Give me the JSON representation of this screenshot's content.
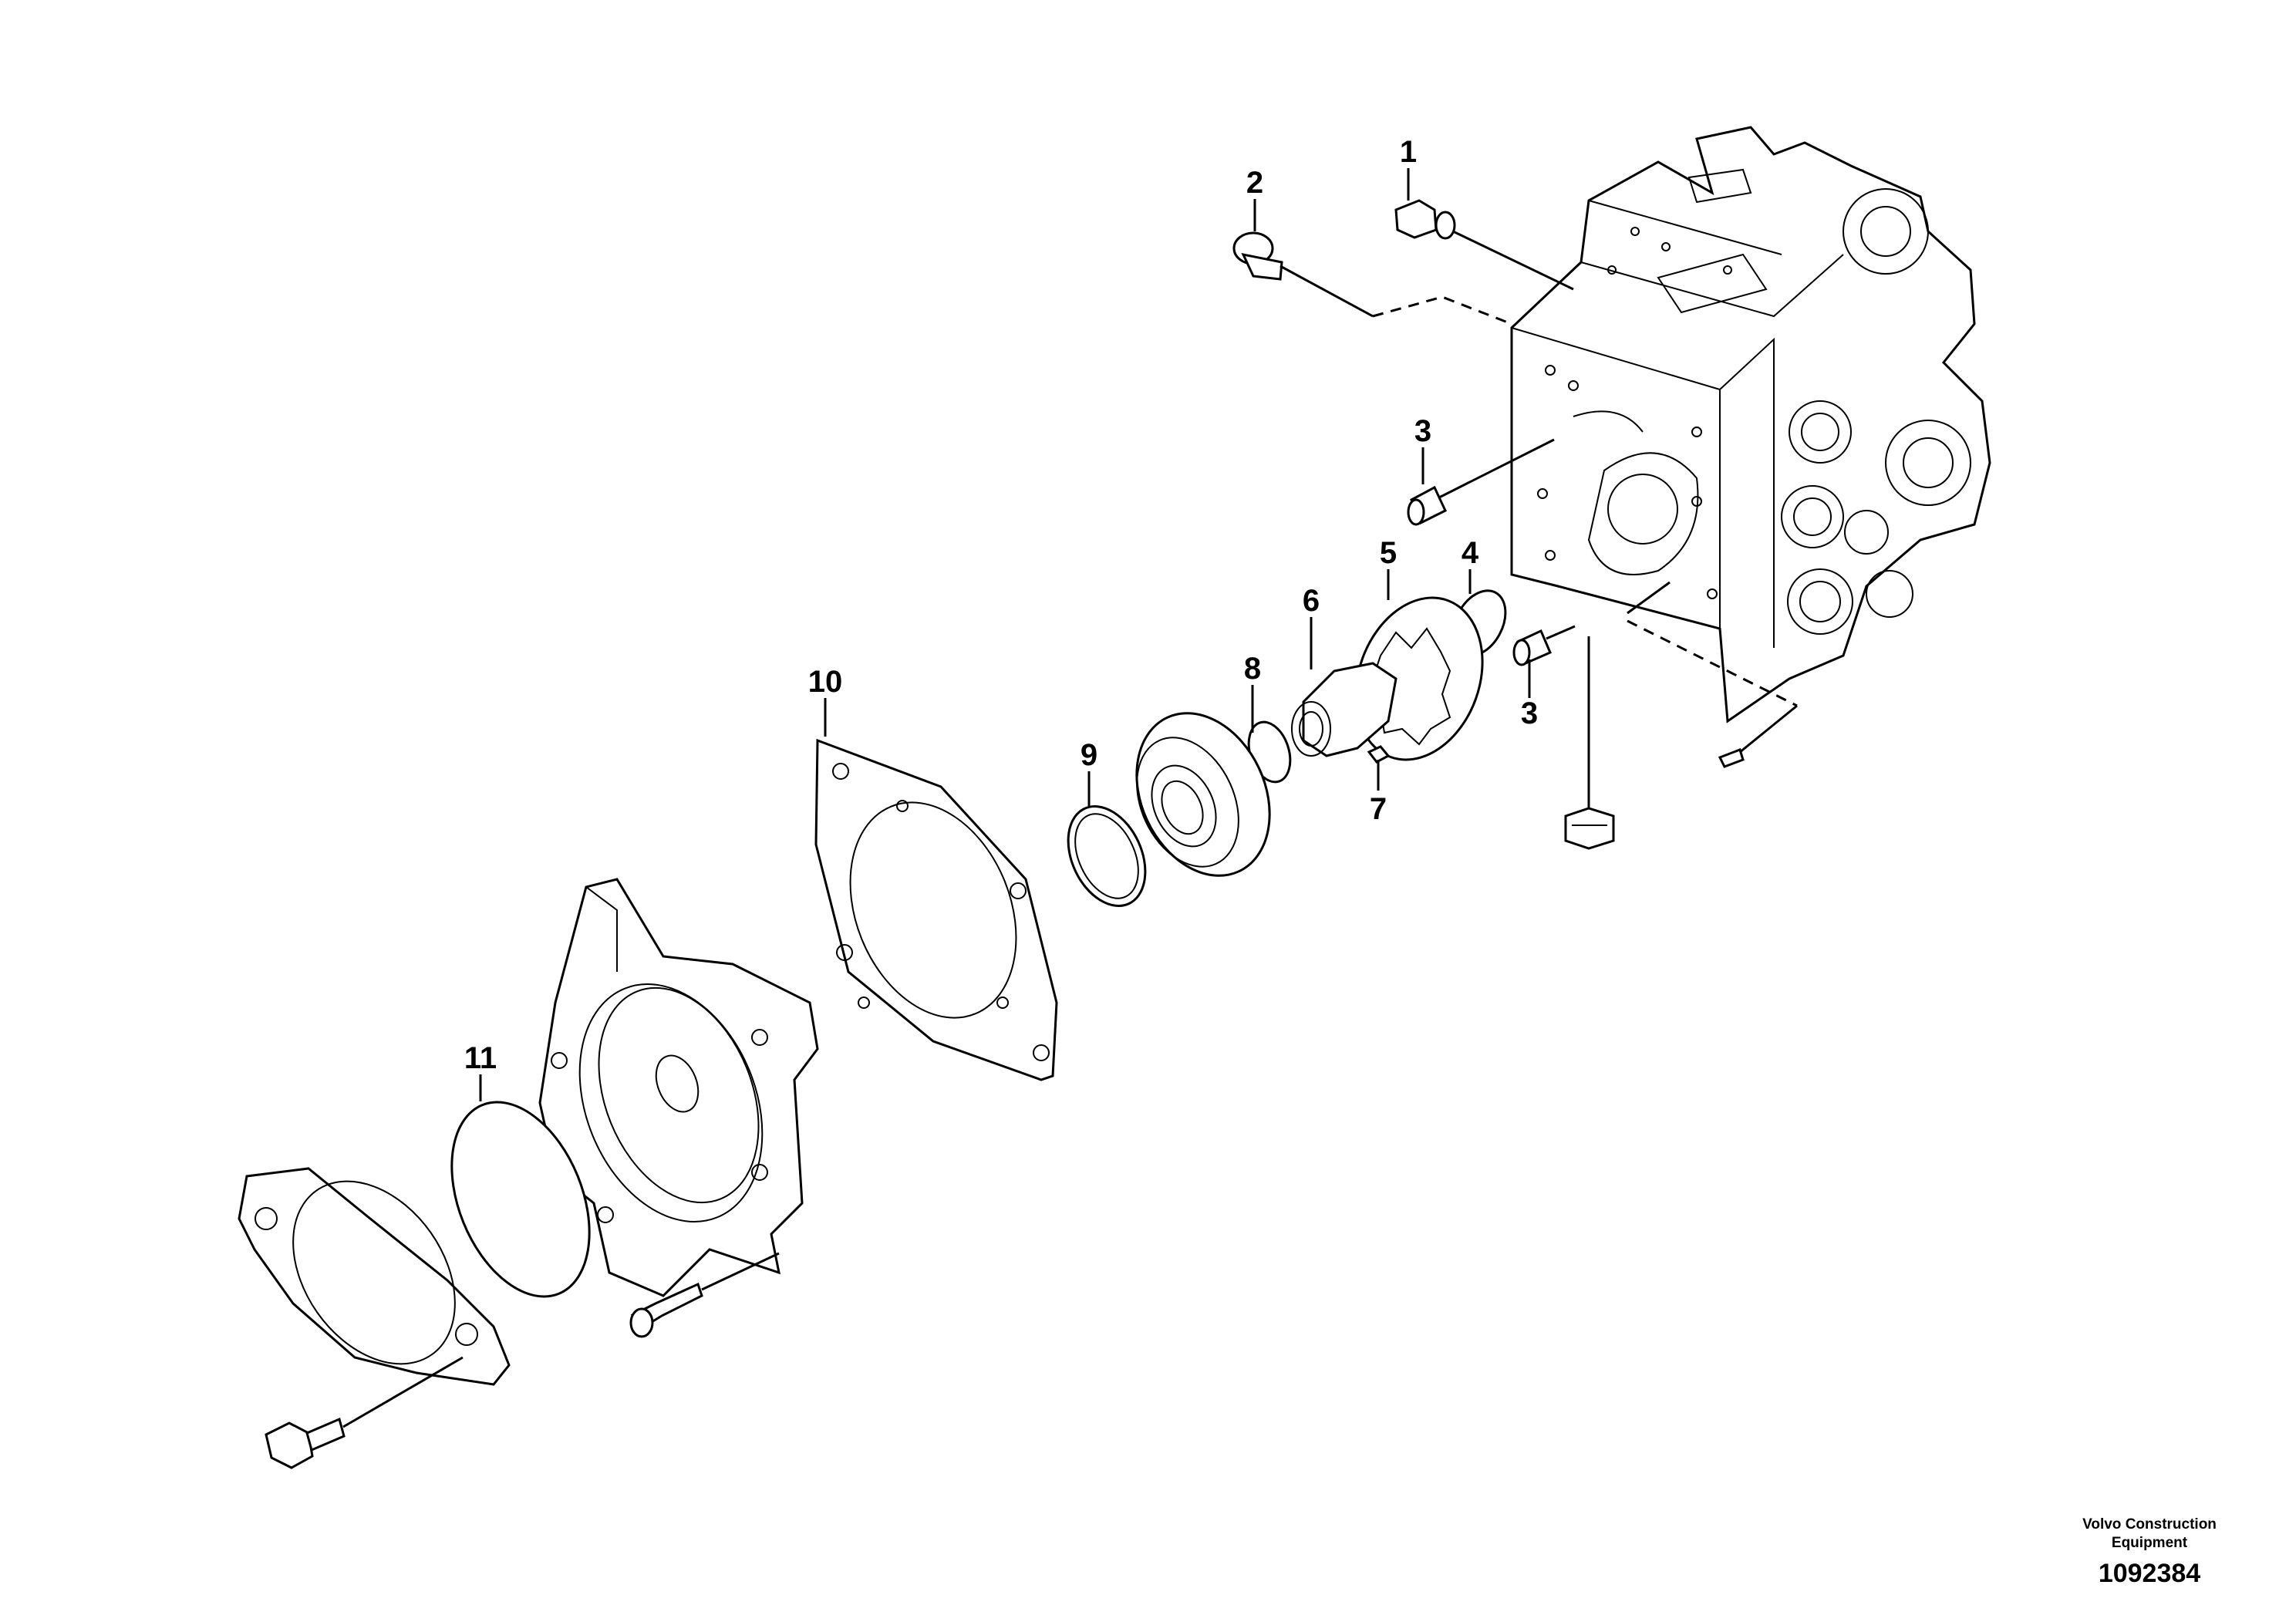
{
  "callouts": [
    "1",
    "2",
    "3",
    "3",
    "4",
    "5",
    "6",
    "7",
    "8",
    "9",
    "10",
    "11"
  ],
  "credit": {
    "company_line1": "Volvo Construction",
    "company_line2": "Equipment",
    "drawing_number": "1092384"
  }
}
